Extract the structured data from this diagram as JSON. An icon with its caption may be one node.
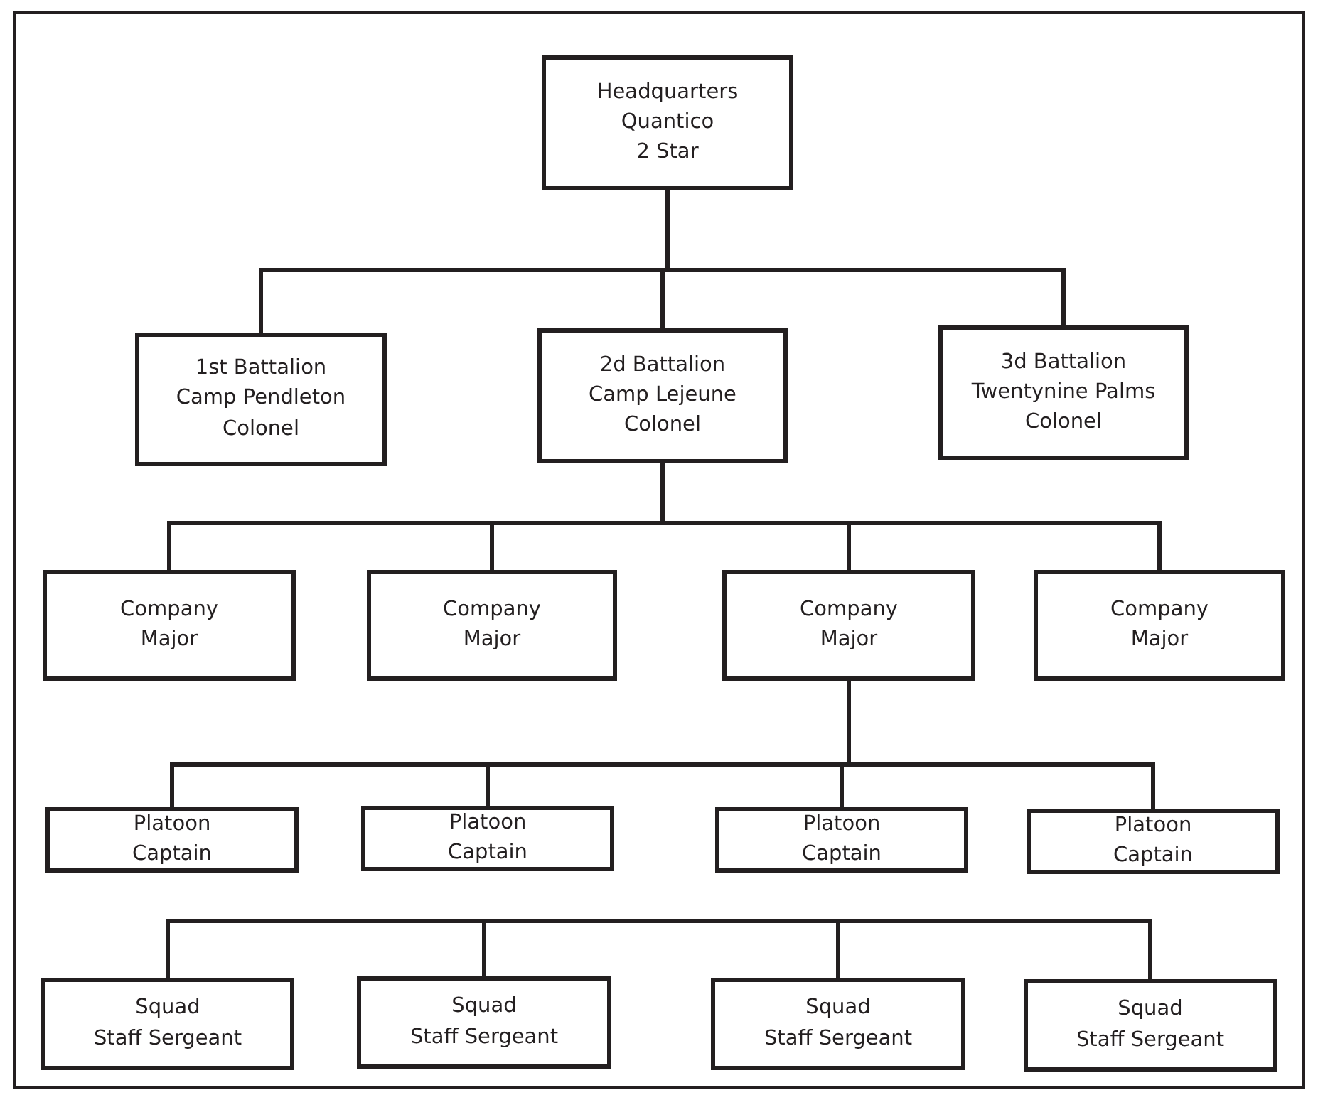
{
  "diagram": {
    "nodes": [
      {
        "text": [
          "Headquarters",
          "Quantico",
          "2 Star"
        ]
      },
      {
        "text": [
          "1st Battalion",
          "Camp Pendleton",
          "Colonel"
        ]
      },
      {
        "text": [
          "2d Battalion",
          "Camp Lejeune",
          "Colonel"
        ]
      },
      {
        "text": [
          "3d Battalion",
          "Twentynine Palms",
          "Colonel"
        ]
      },
      {
        "text": [
          "Company",
          "Major"
        ]
      },
      {
        "text": [
          "Company",
          "Major"
        ]
      },
      {
        "text": [
          "Company",
          "Major"
        ]
      },
      {
        "text": [
          "Company",
          "Major"
        ]
      },
      {
        "text": [
          "Platoon",
          "Captain"
        ]
      },
      {
        "text": [
          "Platoon",
          "Captain"
        ]
      },
      {
        "text": [
          "Platoon",
          "Captain"
        ]
      },
      {
        "text": [
          "Platoon",
          "Captain"
        ]
      },
      {
        "text": [
          "Squad",
          "Staff Sergeant"
        ]
      },
      {
        "text": [
          "Squad",
          "Staff Sergeant"
        ]
      },
      {
        "text": [
          "Squad",
          "Staff Sergeant"
        ]
      },
      {
        "text": [
          "Squad",
          "Staff Sergeant"
        ]
      }
    ],
    "edges": [
      {
        "from": 0,
        "to": 1,
        "arrow": "none"
      },
      {
        "from": 0,
        "to": 2,
        "arrow": "none"
      },
      {
        "from": 0,
        "to": 3,
        "arrow": "none"
      },
      {
        "from": 2,
        "to": 4,
        "arrow": "none"
      },
      {
        "from": 2,
        "to": 5,
        "arrow": "none"
      },
      {
        "from": 2,
        "to": 6,
        "arrow": "none"
      },
      {
        "from": 2,
        "to": 7,
        "arrow": "none"
      },
      {
        "from": 6,
        "to": 8,
        "arrow": "none"
      },
      {
        "from": 6,
        "to": 9,
        "arrow": "none"
      },
      {
        "from": 6,
        "to": 10,
        "arrow": "none"
      },
      {
        "from": 6,
        "to": 11,
        "arrow": "none"
      },
      {
        "from": null,
        "to": 12,
        "arrow": "none"
      },
      {
        "from": null,
        "to": 13,
        "arrow": "none"
      },
      {
        "from": null,
        "to": 14,
        "arrow": "none"
      },
      {
        "from": null,
        "to": 15,
        "arrow": "none"
      }
    ]
  }
}
